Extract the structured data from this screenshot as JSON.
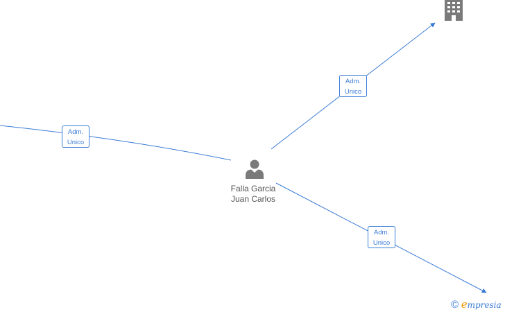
{
  "person": {
    "name_line1": "Falla Garcia",
    "name_line2": "Juan Carlos"
  },
  "edges": [
    {
      "role_line1": "Adm.",
      "role_line2": "Unico"
    },
    {
      "role_line1": "Adm.",
      "role_line2": "Unico"
    },
    {
      "role_line1": "Adm.",
      "role_line2": "Unico"
    }
  ],
  "footer": {
    "copyright_symbol": "©",
    "brand_initial": "e",
    "brand_rest": "mpresia"
  },
  "colors": {
    "edge": "#3a7bd5",
    "icon": "#7a7a7a",
    "label": "#555555",
    "brand_accent": "#f29400"
  },
  "icons": {
    "person": "person-icon",
    "company": "building-icon"
  }
}
